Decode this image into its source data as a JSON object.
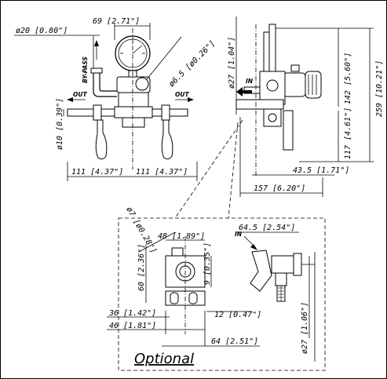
{
  "drawing": {
    "optional_label": "Optional",
    "dims": {
      "d69": "69 [2.71\"]",
      "d20": "ø20 [0.80\"]",
      "d65": "ø6.5 [ø0.26\"]",
      "d10": "ø10 [0.39\"]",
      "d111_left": "111 [4.37\"]",
      "d111_right": "111 [4.37\"]",
      "d27_top": "ø27 [1.04\"]",
      "d142": "142 [5.60\"]",
      "d259": "259 [10.21\"]",
      "d117": "117 [4.61\"]",
      "d43": "43.5 [1.71\"]",
      "d157": "157 [6.20\"]",
      "d7": "ø7 [ø0.28\"]",
      "d48": "48 [1.89\"]",
      "d60": "60 [2.36\"]",
      "d9": "9 [0.35\"]",
      "d36": "36 [1.42\"]",
      "d46": "46 [1.81\"]",
      "d12": "12 [0.47\"]",
      "d64": "64 [2.51\"]",
      "d645": "64.5 [2.54\"]",
      "d27_bot": "ø27 [1.06\"]"
    },
    "labels": {
      "bypass": "BY-PASS",
      "out_left": "OUT",
      "out_right": "OUT",
      "in_top": "IN",
      "in_bottom": "IN"
    }
  }
}
